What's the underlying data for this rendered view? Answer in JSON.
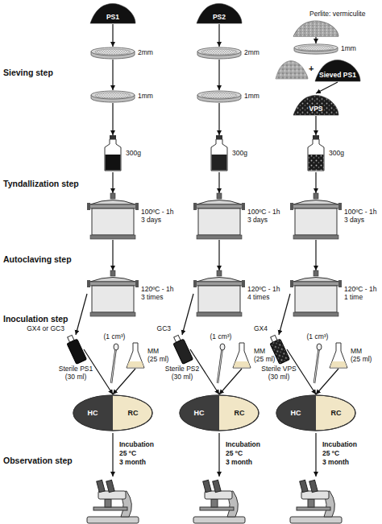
{
  "diagram": {
    "nodes": [
      {
        "text": [
          "PS1"
        ]
      },
      {
        "text": [
          "2mm"
        ]
      },
      {
        "text": [
          "1mm"
        ]
      },
      {
        "text": [
          "300g"
        ]
      },
      {
        "text": [
          "100ºC - 1h",
          "3 days"
        ]
      },
      {
        "text": [
          "120ºC - 1h",
          "3 times"
        ]
      },
      {
        "text": [
          "Sterile PS1",
          "(30 ml)"
        ]
      },
      {
        "text": [
          "MM",
          "(25 ml)"
        ]
      },
      {
        "text": [
          "HC",
          "RC"
        ]
      },
      {
        "text": [
          "PS2"
        ]
      },
      {
        "text": [
          "2mm"
        ]
      },
      {
        "text": [
          "1mm"
        ]
      },
      {
        "text": [
          "300g"
        ]
      },
      {
        "text": [
          "100ºC - 1h",
          "3 days"
        ]
      },
      {
        "text": [
          "120ºC - 1h",
          "4 times"
        ]
      },
      {
        "text": [
          "Sterile PS2",
          "(30 ml)"
        ]
      },
      {
        "text": [
          "MM",
          "(25 ml)"
        ]
      },
      {
        "text": [
          "HC",
          "RC"
        ]
      },
      {
        "text": [
          "Perlite: vermiculite"
        ]
      },
      {
        "text": [
          "1mm"
        ]
      },
      {
        "text": [
          "Sieved PS1"
        ]
      },
      {
        "text": [
          "VPS"
        ]
      },
      {
        "text": [
          "300g"
        ]
      },
      {
        "text": [
          "100ºC - 1h",
          "3 days"
        ]
      },
      {
        "text": [
          "120ºC - 1h",
          "1 time"
        ]
      },
      {
        "text": [
          "Sterile VPS",
          "(30 ml)"
        ]
      },
      {
        "text": [
          "MM",
          "(25 ml)"
        ]
      },
      {
        "text": [
          "HC",
          "RC"
        ]
      }
    ],
    "edges": [
      {
        "from": 0,
        "to": 1,
        "arrow": "to"
      },
      {
        "from": 1,
        "to": 2,
        "arrow": "to"
      },
      {
        "from": 2,
        "to": 3,
        "arrow": "to"
      },
      {
        "from": 3,
        "to": 4,
        "arrow": "to"
      },
      {
        "from": 4,
        "to": 5,
        "arrow": "to"
      },
      {
        "from": 5,
        "to": 6,
        "arrow": "to"
      },
      {
        "from": 6,
        "to": 8,
        "arrow": "to"
      },
      {
        "from": 7,
        "to": 8,
        "arrow": "to"
      },
      {
        "from": 9,
        "to": 10,
        "arrow": "to"
      },
      {
        "from": 10,
        "to": 11,
        "arrow": "to"
      },
      {
        "from": 11,
        "to": 12,
        "arrow": "to"
      },
      {
        "from": 12,
        "to": 13,
        "arrow": "to"
      },
      {
        "from": 13,
        "to": 14,
        "arrow": "to"
      },
      {
        "from": 14,
        "to": 15,
        "arrow": "to"
      },
      {
        "from": 15,
        "to": 17,
        "arrow": "to"
      },
      {
        "from": 16,
        "to": 17,
        "arrow": "to"
      },
      {
        "from": 18,
        "to": 19,
        "arrow": "to"
      },
      {
        "from": 20,
        "to": 21,
        "arrow": "to"
      },
      {
        "from": 21,
        "to": 22,
        "arrow": "to"
      },
      {
        "from": 22,
        "to": 23,
        "arrow": "to"
      },
      {
        "from": 23,
        "to": 24,
        "arrow": "to"
      },
      {
        "from": 24,
        "to": 25,
        "arrow": "to"
      },
      {
        "from": 25,
        "to": 27,
        "arrow": "to"
      },
      {
        "from": 26,
        "to": 27,
        "arrow": "to"
      }
    ],
    "labels": [
      "Sieving step",
      "Tyndallization step",
      "Autoclaving step",
      "Inoculation step",
      "Observation step",
      "GX4 or GC3",
      "(1 cm³)",
      "Incubation",
      "25 ºC",
      "3 month",
      "GC3",
      "(1 cm³)",
      "Incubation",
      "25 ºC",
      "3 month",
      "+",
      "GX4",
      "(1 cm³)",
      "Incubation",
      "25 ºC",
      "3 month"
    ]
  }
}
